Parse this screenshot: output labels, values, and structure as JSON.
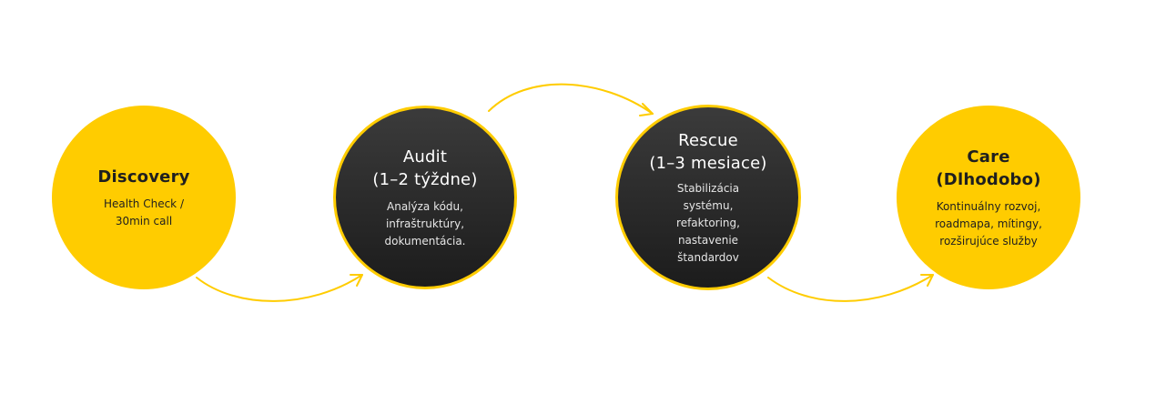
{
  "colors": {
    "accent": "#FFCC00",
    "dark": "#2a2a2a"
  },
  "steps": [
    {
      "title": "Discovery",
      "desc": "Health Check /\n30min call"
    },
    {
      "title": "Audit\n(1–2 týždne)",
      "desc": "Analýza kódu,\ninfraštruktúry,\ndokumentácia."
    },
    {
      "title": "Rescue\n(1–3 mesiace)",
      "desc": "Stabilizácia\nsystému,\nrefaktoring,\nnastavenie\nštandardov"
    },
    {
      "title": "Care\n(Dlhodobo)",
      "desc": "Kontinuálny rozvoj,\nroadmapa, mítingy,\nrozširujúce služby"
    }
  ]
}
